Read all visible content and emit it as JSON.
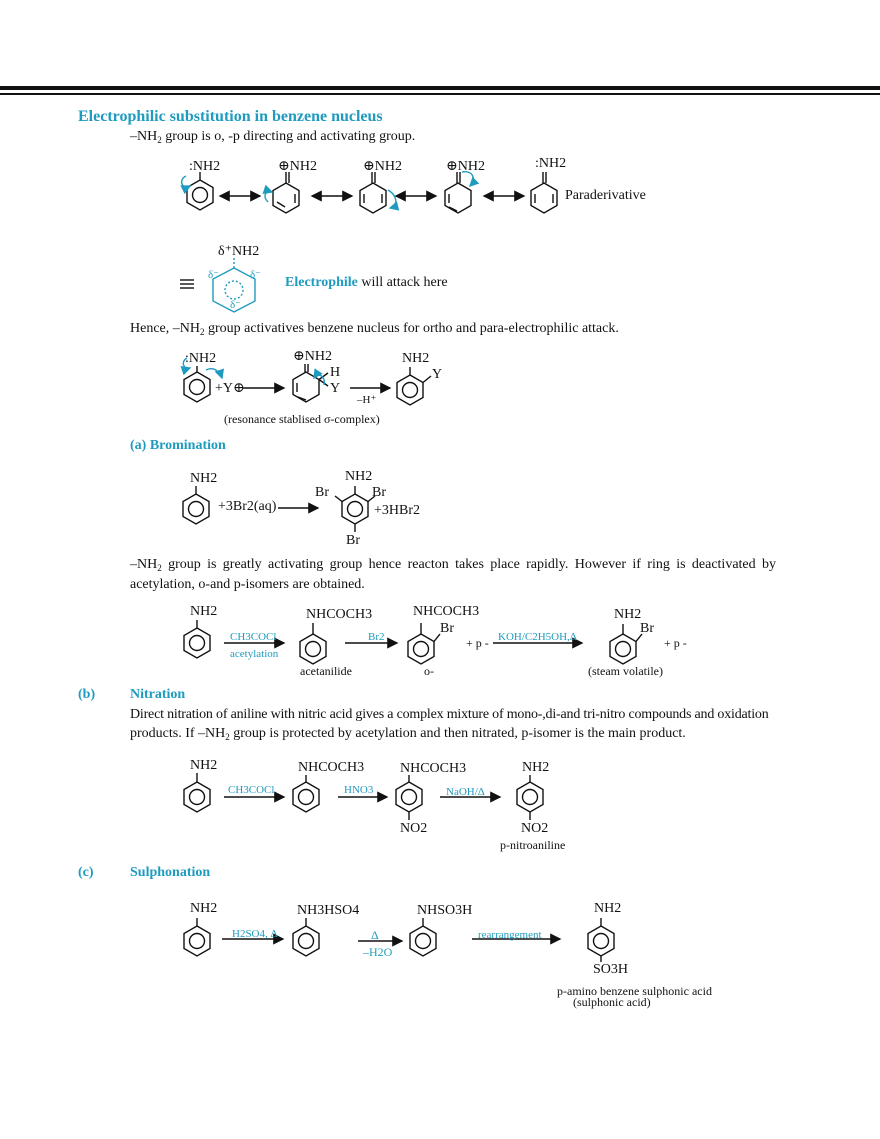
{
  "heading": "Electrophilic substitution in benzene nucleus",
  "intro": {
    "pre": "–NH",
    "sub": "2",
    "post": " group is o, -p directing and activating group."
  },
  "resonance": {
    "labels": [
      ":NH2",
      "⊕NH2",
      "⊕NH2",
      "⊕NH2",
      ":NH2"
    ],
    "paraderivative": "Paraderivative",
    "hybrid_label": "δ⁺NH2",
    "delta": "δ⁻",
    "electrophile_word": "Electrophile",
    "electrophile_rest": " will attack here"
  },
  "hence": {
    "pre": "Hence, –NH",
    "sub": "2",
    "post": " group activatives benzene nucleus for ortho and para-electrophilic attack."
  },
  "mechanism": {
    "reactant": ":NH2",
    "plus_y": "+Y⊕",
    "intermediate": "⊕NH2",
    "h": "H",
    "y": "Y",
    "minus_h": "–H⁺",
    "product": "NH2",
    "product_y": "Y",
    "caption": "(resonance stablised σ-complex)"
  },
  "bromination": {
    "heading": "(a) Bromination",
    "reactant": "NH2",
    "reagent": "+3Br2(aq)",
    "product": "NH2",
    "br": "Br",
    "byproduct": "+3HBr2",
    "para": {
      "pre": "–NH",
      "sub": "2",
      "post": " group is greatly activating group hence reacton takes place rapidly. However if ring is deactivated by acetylation, o-and p-isomers are obtained."
    },
    "scheme": {
      "nh2": "NH2",
      "reagent1": "CH3COCl",
      "reagent1_below": "acetylation",
      "acetanilide_group": "NHCOCH3",
      "acetanilide": "acetanilide",
      "reagent2": "Br2",
      "o_group": "NHCOCH3",
      "br": "Br",
      "o_label": "o-",
      "plus_p1": "+ p -",
      "reagent3": "KOH/C2H5OH,Δ",
      "final_group": "NH2",
      "final_br": "Br",
      "plus_p2": "+ p -",
      "steam": "(steam volatile)"
    }
  },
  "nitration": {
    "label": "(b)",
    "heading": "Nitration",
    "para": {
      "line1": "Direct nitration of aniline with nitric acid gives a complex mixture of mono-,di-and tri-nitro compounds and oxidation",
      "line2_pre": "products. If –NH",
      "line2_sub": "2",
      "line2_post": " group is protected by acetylation and then nitrated, p-isomer is the main product."
    },
    "scheme": {
      "nh2": "NH2",
      "reagent1": "CH3COCl",
      "acet": "NHCOCH3",
      "reagent2": "HNO3",
      "nitro_acet": "NHCOCH3",
      "no2": "NO2",
      "reagent3": "NaOH/Δ",
      "product": "NH2",
      "product_no2": "NO2",
      "product_name": "p-nitroaniline"
    }
  },
  "sulphonation": {
    "label": "(c)",
    "heading": "Sulphonation",
    "scheme": {
      "nh2": "NH2",
      "reagent1": "H2SO4, Δ",
      "salt": "NH3HSO4",
      "reagent2_top": "Δ",
      "reagent2_bottom": "–H2O",
      "nhso3h": "NHSO3H",
      "reagent3": "rearrangement",
      "product": "NH2",
      "product_so3h": "SO3H",
      "product_name1": "p-amino benzene sulphonic acid",
      "product_name2": "(sulphonic acid)"
    }
  }
}
